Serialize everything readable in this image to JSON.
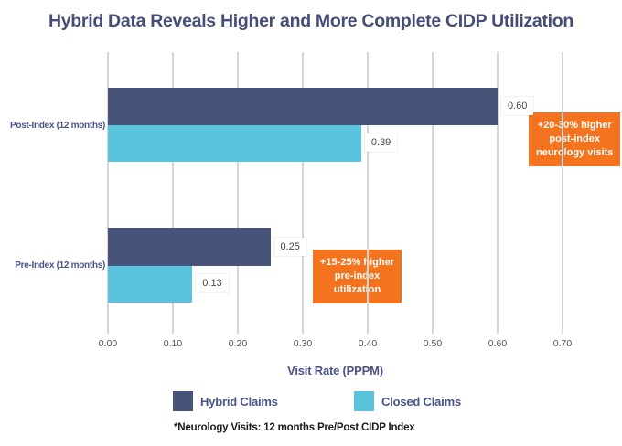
{
  "title": "Hybrid Data Reveals Higher and More Complete CIDP Utilization",
  "footnote": "*Neurology Visits: 12 months Pre/Post CIDP Index",
  "colors": {
    "brand_indigo": "#454e77",
    "label_indigo": "#4a5489",
    "hybrid_navy": "#475379",
    "closed_light_blue": "#5ac3de",
    "callout_orange": "#f4731e",
    "gridline_gray": "#d6d6d6",
    "tick_text_gray": "#55565a",
    "value_text_gray": "#454547"
  },
  "chart_data": {
    "type": "bar",
    "orientation": "horizontal",
    "title": "Hybrid Data Reveals Higher and More Complete CIDP Utilization",
    "categories": [
      "Post-Index (12 months)",
      "Pre-Index (12 months)"
    ],
    "series": [
      {
        "name": "Hybrid Claims",
        "color": "#475379",
        "values": [
          0.6,
          0.25
        ],
        "labels": [
          "0.60",
          "0.25"
        ]
      },
      {
        "name": "Closed Claims",
        "color": "#5ac3de",
        "values": [
          0.39,
          0.13
        ],
        "labels": [
          "0.39",
          "0.13"
        ]
      }
    ],
    "xlabel": "Visit Rate (PPPM)",
    "xlim": [
      0,
      0.7
    ],
    "xticks": [
      "0.00",
      "0.10",
      "0.20",
      "0.30",
      "0.40",
      "0.50",
      "0.60",
      "0.70"
    ],
    "grid": "vertical",
    "legend_position": "bottom",
    "annotations": [
      {
        "target": "post-index",
        "text": "+20-30% higher\npost-index\nneurology visits"
      },
      {
        "target": "pre-index",
        "text": "+15-25% higher\npre-index\nutilization"
      }
    ]
  }
}
